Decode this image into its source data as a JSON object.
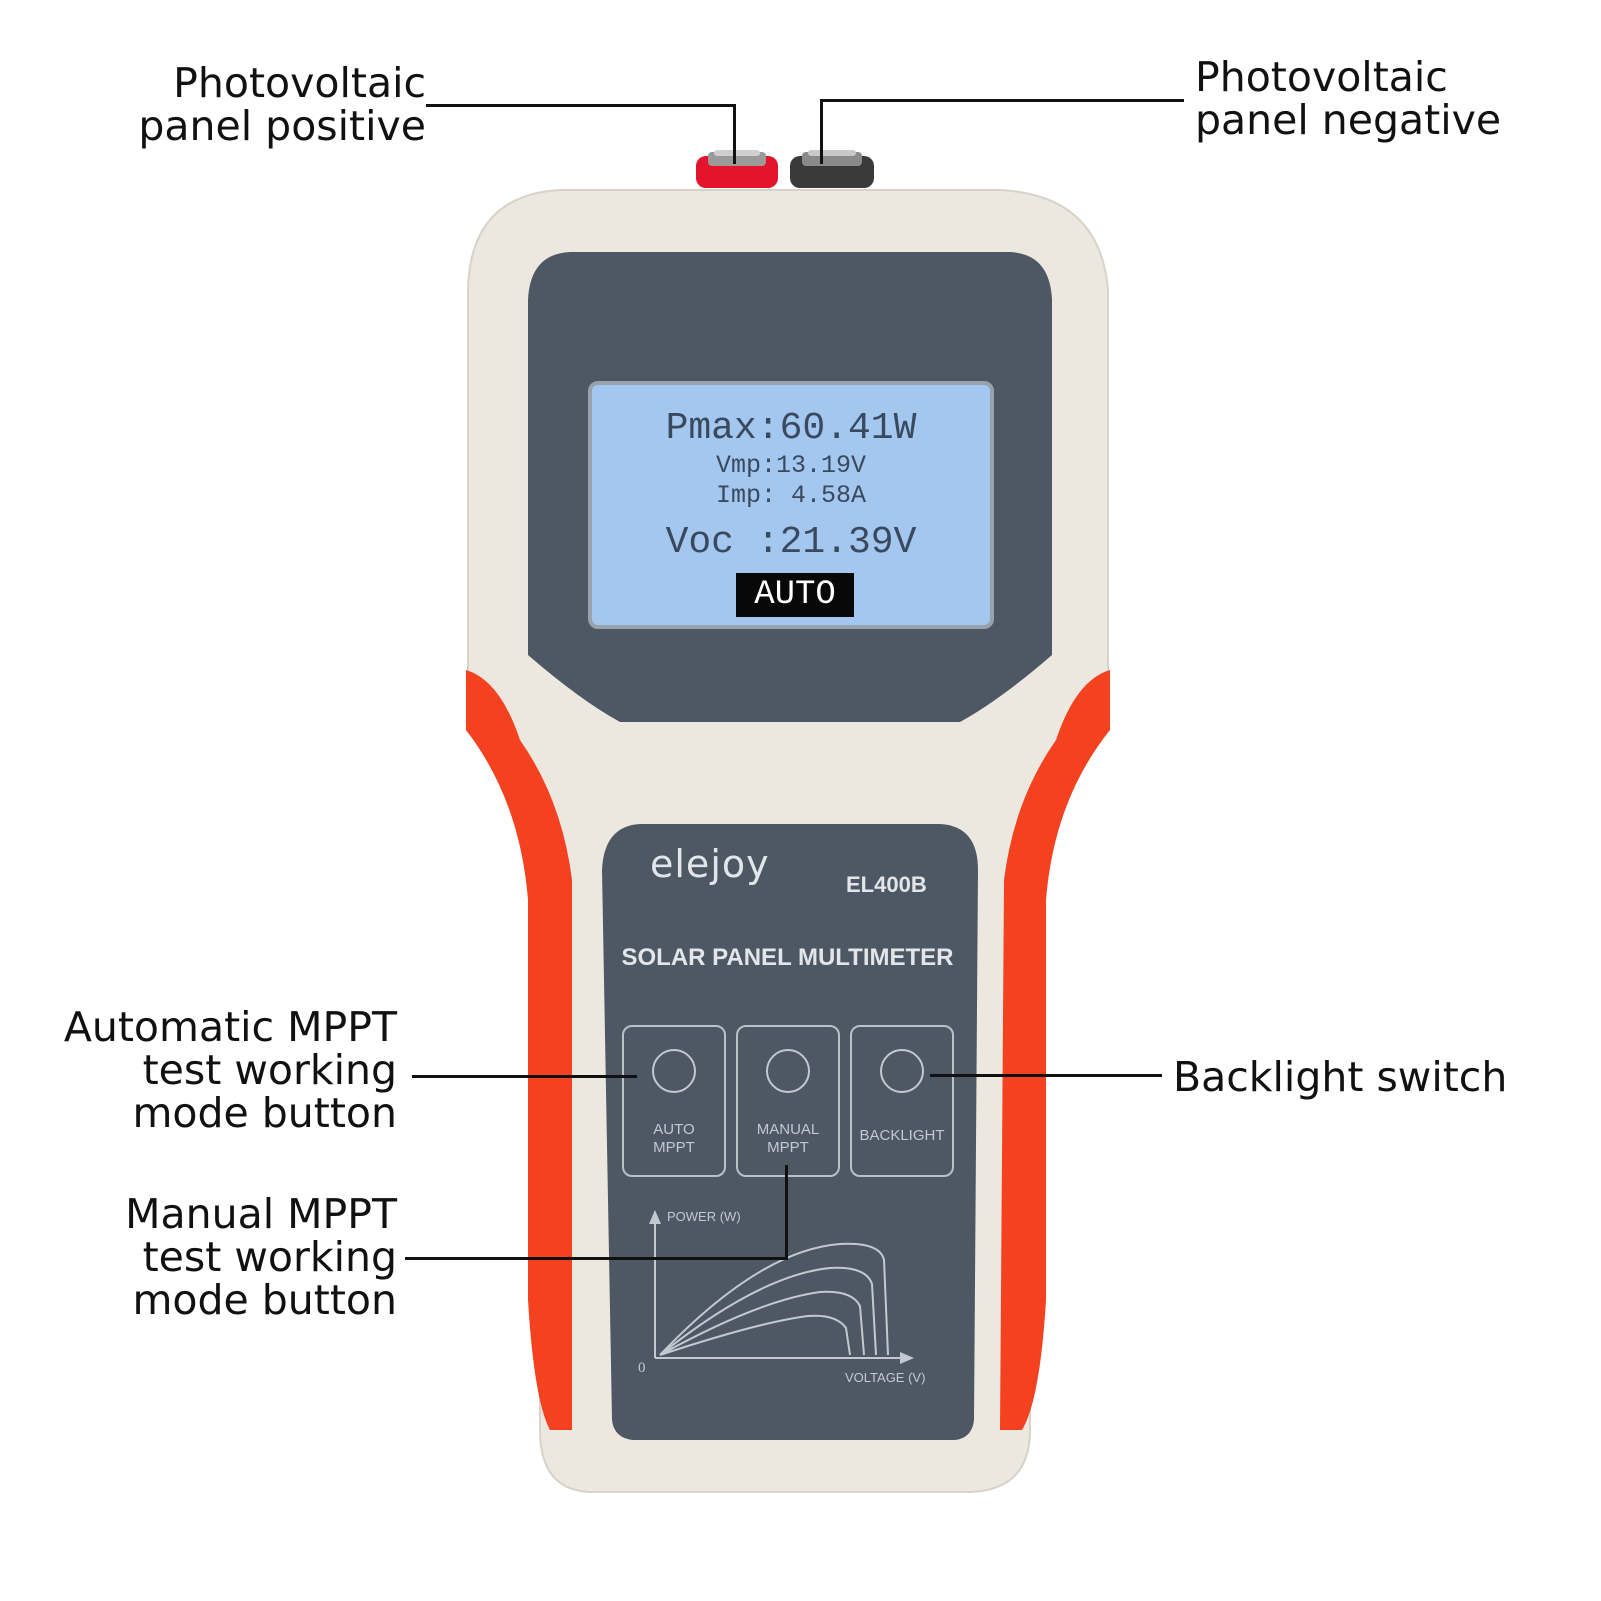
{
  "callouts": {
    "pv_positive": [
      "Photovoltaic",
      "panel positive"
    ],
    "pv_negative": [
      "Photovoltaic",
      "panel negative"
    ],
    "auto_mppt": [
      "Automatic MPPT",
      "test working",
      "mode button"
    ],
    "manual_mppt": [
      "Manual MPPT",
      "test working",
      "mode button"
    ],
    "backlight": "Backlight switch"
  },
  "lcd": {
    "pmax": "Pmax:60.41W",
    "vmp": "Vmp:13.19V",
    "imp": "Imp: 4.58A",
    "voc": "Voc :21.39V",
    "mode": "AUTO"
  },
  "faceplate": {
    "brand": "elejoy",
    "model": "EL400B",
    "product": "SOLAR PANEL MULTIMETER",
    "buttons": [
      "AUTO\nMPPT",
      "MANUAL\nMPPT",
      "BACKLIGHT"
    ],
    "graph": {
      "ylabel": "POWER (W)",
      "xlabel": "VOLTAGE (V)",
      "origin": "0"
    }
  },
  "colors": {
    "body": "#ece8df",
    "grip": "#f4411f",
    "panel": "#4d5864",
    "lcd": "#a3c7ef",
    "terminal_positive": "#e4142c",
    "terminal_negative": "#3a3a3a"
  }
}
